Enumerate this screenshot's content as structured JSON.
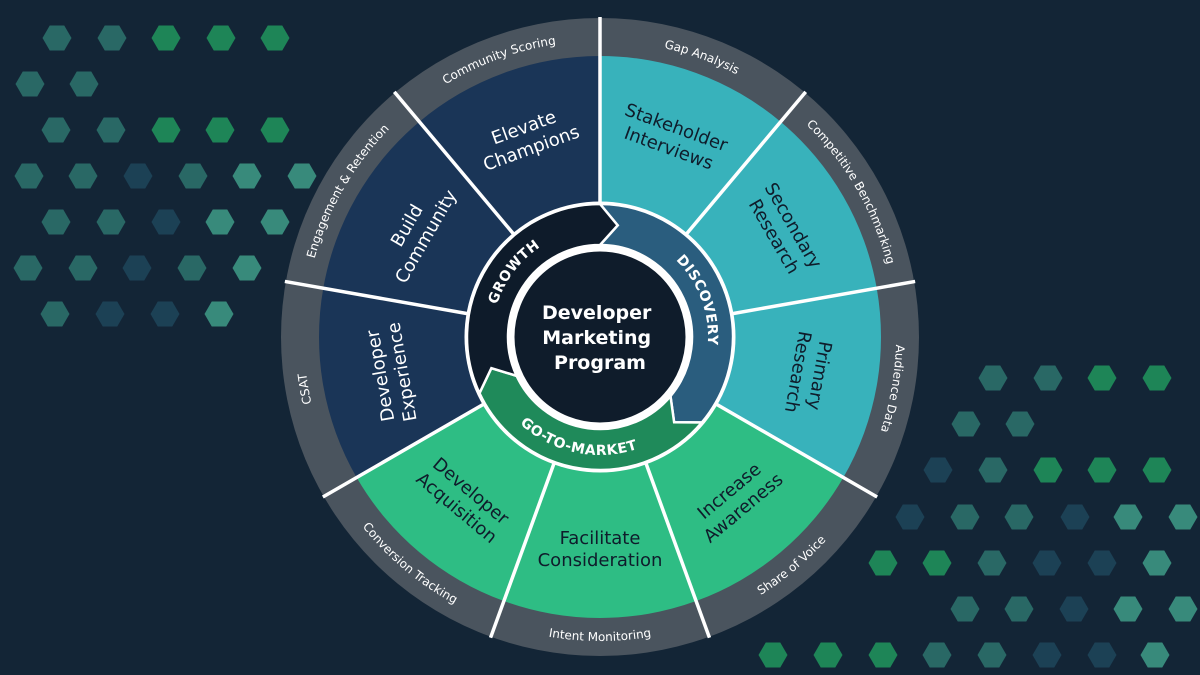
{
  "diagram": {
    "title_lines": [
      "Developer",
      "Marketing",
      "Program"
    ],
    "colors": {
      "background": "#132536",
      "outer_ring": "#4a545e",
      "divider": "#ffffff",
      "center": "#0f1c2b",
      "navy_segment": "#1a3557",
      "teal_segment": "#38b2bb",
      "green_segment": "#2ebd84",
      "growth_phase": "#0e1b2a",
      "discovery_phase": "#2a5d7e",
      "gtm_phase": "#1f8a5a",
      "dark_text": "#0f1c2b",
      "light_text": "#ffffff",
      "hex_green": "#1f8a5a",
      "hex_teal": "#2a6b68",
      "hex_blue": "#1c4257",
      "hex_mint": "#3a8f80"
    },
    "phases": [
      {
        "name": "DISCOVERY",
        "color_key": "discovery_phase"
      },
      {
        "name": "GO-TO-MARKET",
        "color_key": "gtm_phase"
      },
      {
        "name": "GROWTH",
        "color_key": "growth_phase"
      }
    ],
    "segments": [
      {
        "lines": [
          "Stakeholder",
          "Interviews"
        ],
        "metric": "Gap Analysis",
        "phase": "DISCOVERY",
        "color_key": "teal_segment",
        "text_key": "dark_text"
      },
      {
        "lines": [
          "Secondary",
          "Research"
        ],
        "metric": "Competitive Benchmarking",
        "phase": "DISCOVERY",
        "color_key": "teal_segment",
        "text_key": "dark_text"
      },
      {
        "lines": [
          "Primary",
          "Research"
        ],
        "metric": "Audience Data",
        "phase": "DISCOVERY",
        "color_key": "teal_segment",
        "text_key": "dark_text"
      },
      {
        "lines": [
          "Increase",
          "Awareness"
        ],
        "metric": "Share of Voice",
        "phase": "GO-TO-MARKET",
        "color_key": "green_segment",
        "text_key": "dark_text"
      },
      {
        "lines": [
          "Facilitate",
          "Consideration"
        ],
        "metric": "Intent Monitoring",
        "phase": "GO-TO-MARKET",
        "color_key": "green_segment",
        "text_key": "dark_text"
      },
      {
        "lines": [
          "Developer",
          "Acquisition"
        ],
        "metric": "Conversion Tracking",
        "phase": "GO-TO-MARKET",
        "color_key": "green_segment",
        "text_key": "dark_text"
      },
      {
        "lines": [
          "Developer",
          "Experience"
        ],
        "metric": "CSAT",
        "phase": "GROWTH",
        "color_key": "navy_segment",
        "text_key": "light_text"
      },
      {
        "lines": [
          "Build",
          "Community"
        ],
        "metric": "Engagement & Retention",
        "phase": "GROWTH",
        "color_key": "navy_segment",
        "text_key": "light_text"
      },
      {
        "lines": [
          "Elevate",
          "Champions"
        ],
        "metric": "Community Scoring",
        "phase": "GROWTH",
        "color_key": "navy_segment",
        "text_key": "light_text"
      }
    ]
  }
}
